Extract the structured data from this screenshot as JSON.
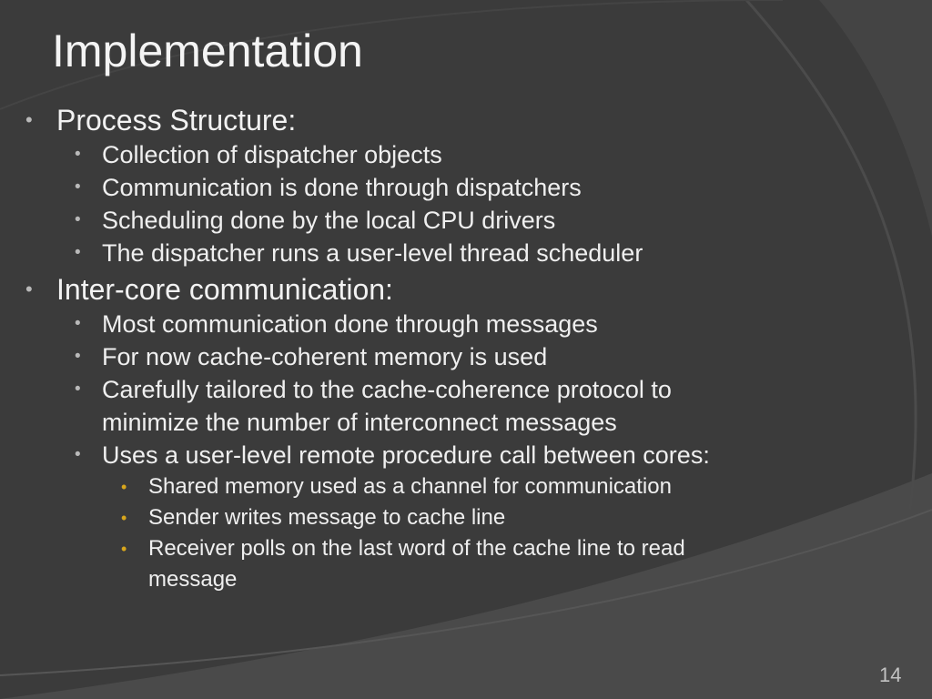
{
  "slide": {
    "title": "Implementation",
    "page_number": "14",
    "colors": {
      "background": "#3a3a3a",
      "arc_light": "#555555",
      "text": "#f2f2f2",
      "bullet_level3": "#d8a61c"
    },
    "bullets": [
      {
        "text": "Process Structure:",
        "children": [
          {
            "text": "Collection of dispatcher objects"
          },
          {
            "text": "Communication is done through dispatchers"
          },
          {
            "text": "Scheduling done by the local CPU drivers"
          },
          {
            "text": "The dispatcher runs a user-level thread scheduler"
          }
        ]
      },
      {
        "text": "Inter-core communication:",
        "children": [
          {
            "text": "Most communication done through messages"
          },
          {
            "text": "For now cache-coherent memory is used"
          },
          {
            "text": "Carefully tailored to the cache-coherence protocol to",
            "continuation": "minimize the number of interconnect messages"
          },
          {
            "text": "Uses a user-level remote procedure call between cores:",
            "children": [
              {
                "text": "Shared memory used as a channel for communication"
              },
              {
                "text": "Sender writes message to cache line"
              },
              {
                "text": "Receiver polls on the last word of the cache line to read",
                "continuation": "message"
              }
            ]
          }
        ]
      }
    ]
  }
}
